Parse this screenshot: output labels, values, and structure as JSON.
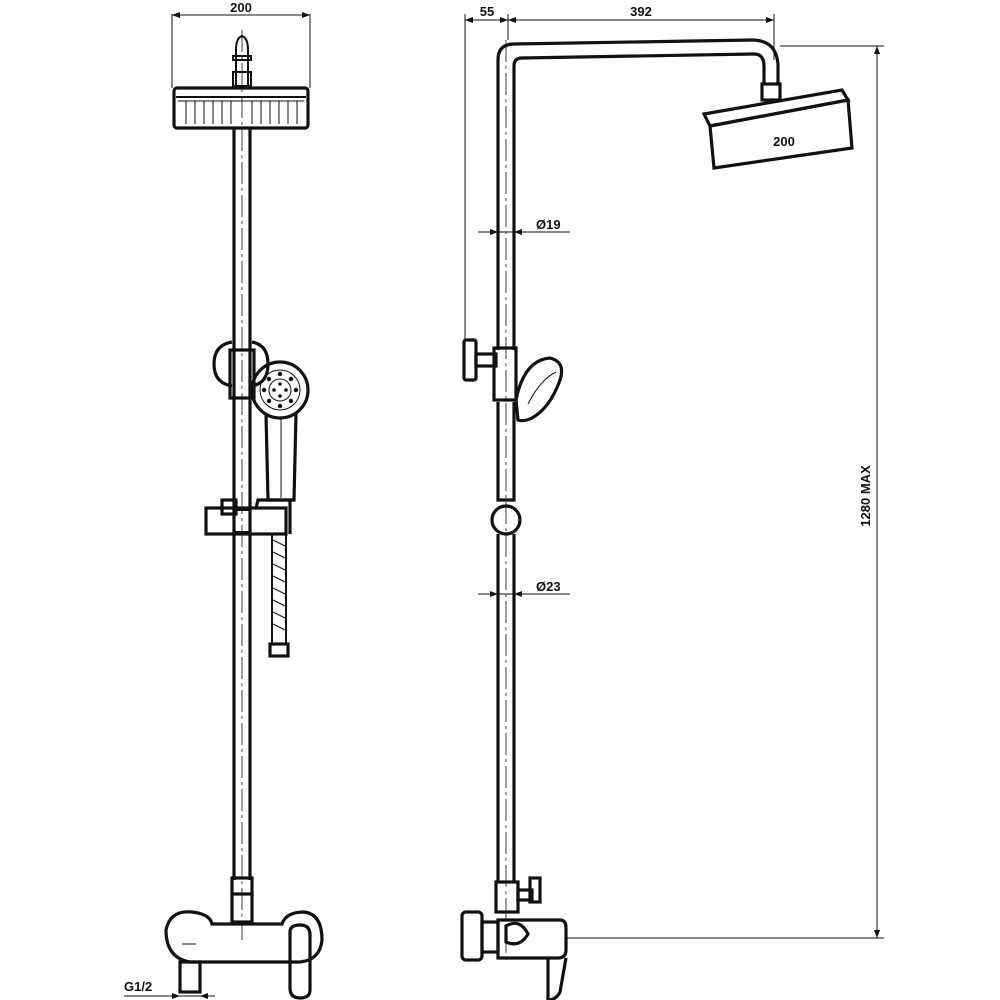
{
  "dimensions": {
    "front_head_width": "200",
    "side_offset": "55",
    "side_arm_length": "392",
    "side_head_width": "200",
    "upper_pipe_diameter": "Ø19",
    "lower_pipe_diameter": "Ø23",
    "max_height": "1280 MAX",
    "thread_size": "G1/2"
  }
}
